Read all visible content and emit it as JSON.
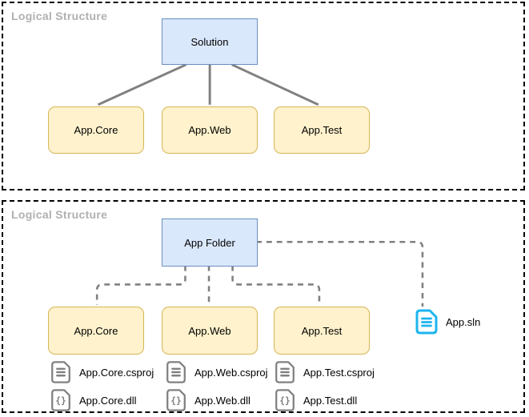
{
  "panels": [
    {
      "title": "Logical Structure",
      "root": "Solution",
      "children": [
        "App.Core",
        "App.Web",
        "App.Test"
      ]
    },
    {
      "title": "Logical Structure",
      "root": "App Folder",
      "children": [
        "App.Core",
        "App.Web",
        "App.Test"
      ],
      "files": [
        [
          "App.Core.csproj",
          "App.Core.dll"
        ],
        [
          "App.Web.csproj",
          "App.Web.dll"
        ],
        [
          "App.Test.csproj",
          "App.Test.dll"
        ]
      ],
      "solution_file": "App.sln"
    }
  ],
  "icons": {
    "csproj": "document-lines-icon",
    "dll": "braces-document-icon",
    "sln": "solution-document-icon"
  },
  "colors": {
    "node_fill_blue": "#dae8fc",
    "node_border_blue": "#6c8ebf",
    "project_fill_yellow": "#fff2cc",
    "project_border_yellow": "#d6b656",
    "connector_gray": "#808080",
    "file_icon_gray": "#808080",
    "sln_icon_cyan": "#1db4f0",
    "panel_title_gray": "#b0b0b0",
    "panel_border_black": "#000000"
  }
}
